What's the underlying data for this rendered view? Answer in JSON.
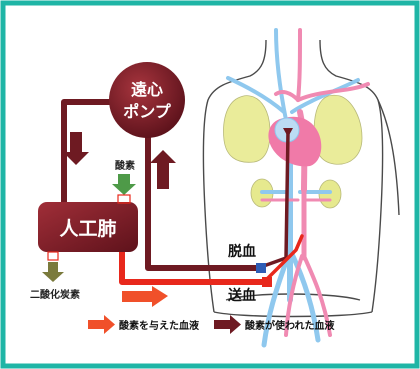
{
  "labels": {
    "pump_line1": "遠心",
    "pump_line2": "ポンプ",
    "oxygenator": "人工肺",
    "oxygen": "酸素",
    "co2": "二酸化炭素",
    "drain": "脱血",
    "return": "送血"
  },
  "legend": {
    "oxygenated": "酸素を与えた血液",
    "deoxygenated": "酸素が使われた血液"
  },
  "colors": {
    "frame": "#1fb5a6",
    "deoxy_blood": "#6e1a22",
    "oxy_blood": "#e8281c",
    "oxy_arrow": "#f0502a",
    "oxygen_arrow": "#4e9a48",
    "co2_arrow": "#7a7a3c",
    "lung": "#eaec9a",
    "kidney": "#e6e98e",
    "vein": "#8fc8ee",
    "artery": "#f08ab2",
    "body_outline": "#4a4a4a"
  }
}
